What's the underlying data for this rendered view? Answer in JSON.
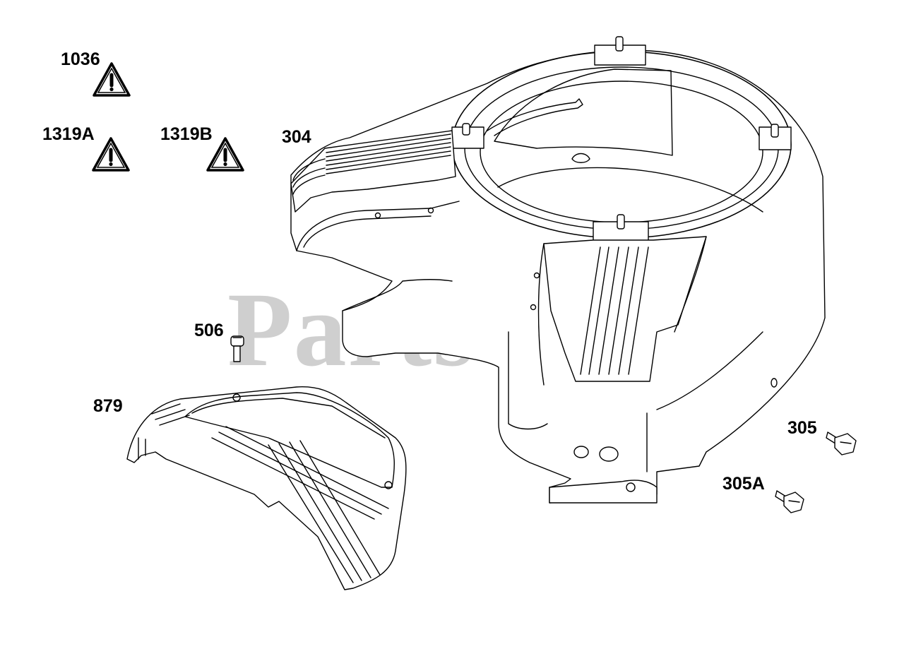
{
  "watermark": {
    "text": "PartsTree",
    "trademark": "™",
    "color": "#cfcfcf"
  },
  "labels": {
    "l1036": "1036",
    "l1319a": "1319A",
    "l1319b": "1319B",
    "l304": "304",
    "l506": "506",
    "l879": "879",
    "l305": "305",
    "l305a": "305A"
  },
  "warning_icons": [
    "warning-triangle-icon",
    "warning-triangle-icon",
    "warning-triangle-icon"
  ],
  "colors": {
    "line": "#000000",
    "background": "#ffffff",
    "watermark": "#cfcfcf"
  }
}
